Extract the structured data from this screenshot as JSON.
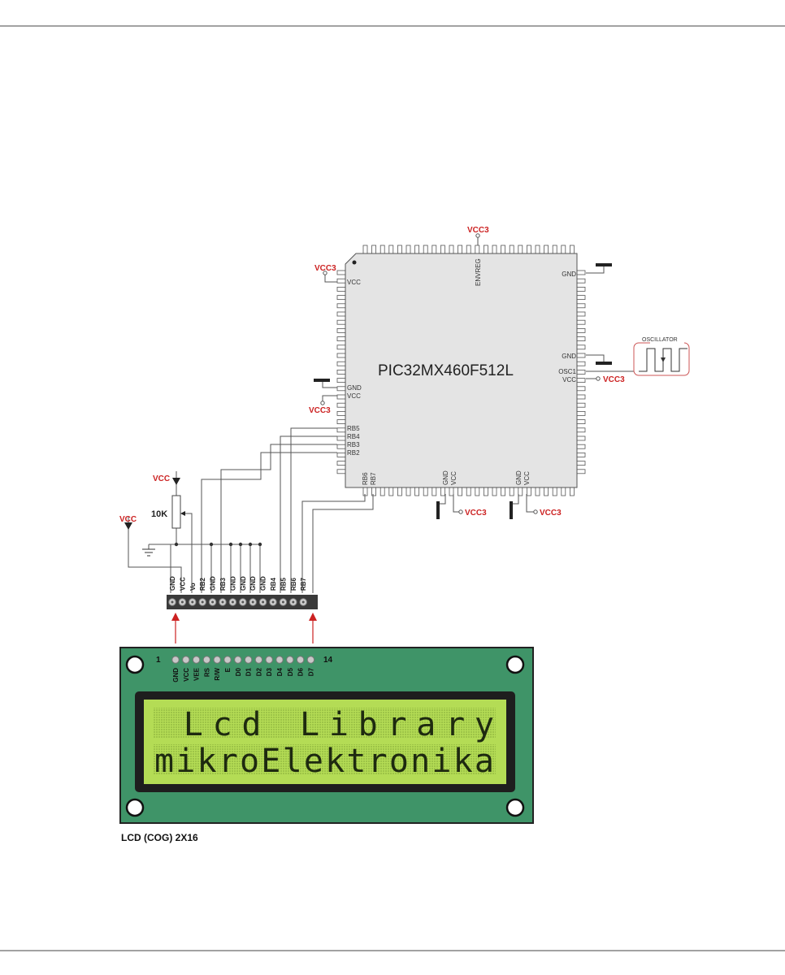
{
  "colors": {
    "wire": "#555555",
    "mcu_fill": "#e4e4e4",
    "supply_label": "#cc2222",
    "pcb_green": "#3f9468",
    "lcd_screen": "#b4dc55",
    "arrow": "#cc2222"
  },
  "mcu": {
    "name": "PIC32MX460F512L",
    "left_pins": {
      "vcc_top": "VCC",
      "gnd": "GND",
      "vcc": "VCC",
      "rb5": "RB5",
      "rb4": "RB4",
      "rb3": "RB3",
      "rb2": "RB2"
    },
    "top_pin": "ENVREG",
    "right_pins": {
      "gnd_top": "GND",
      "gnd": "GND",
      "osc1": "OSC1",
      "vcc": "VCC"
    },
    "bottom_pins": {
      "rb6": "RB6",
      "rb7": "RB7",
      "gnd_a": "GND",
      "vcc_a": "VCC",
      "gnd_b": "GND",
      "vcc_b": "VCC"
    }
  },
  "supplies": {
    "vcc3": "VCC3",
    "vcc": "VCC"
  },
  "oscillator": {
    "label": "OSCILLATOR"
  },
  "potentiometer": {
    "label": "10K"
  },
  "header": {
    "pins": [
      "GND",
      "VCC",
      "Vo",
      "RB2",
      "GND",
      "RB3",
      "GND",
      "GND",
      "GND",
      "GND",
      "RB4",
      "RB5",
      "RB6",
      "RB7"
    ]
  },
  "lcd": {
    "pin_first": "1",
    "pin_last": "14",
    "pins": [
      "GND",
      "VCC",
      "VEE",
      "RS",
      "R/W",
      "E",
      "D0",
      "D1",
      "D2",
      "D3",
      "D4",
      "D5",
      "D6",
      "D7"
    ],
    "line1": " Lcd Library",
    "line2": "mikroElektronika",
    "caption": "LCD (COG) 2X16"
  }
}
